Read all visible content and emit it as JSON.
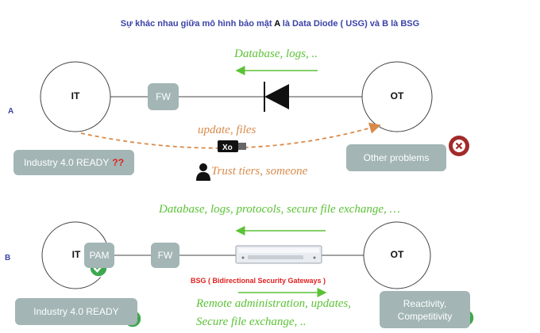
{
  "title": {
    "part1": "Sự khác nhau giữa mô hình bảo mật ",
    "key_a": "A",
    "part2": " là  Data Diode ( USG) và ",
    "key_b": "B",
    "part3": " là BSG"
  },
  "section_a": {
    "label": "A",
    "left_node": "IT",
    "right_node": "OT",
    "fw": "FW",
    "top_flow": "Database, logs, ..",
    "bottom_flow": "update, files",
    "trust_text": "Trust tiers, someone",
    "left_box": "Industry 4.0 READY",
    "left_box_marks": "??",
    "right_box": "Other problems",
    "usb_text": "Xo"
  },
  "section_b": {
    "label": "B",
    "left_node": "IT",
    "pam": "PAM",
    "right_node": "OT",
    "fw": "FW",
    "top_flow": "Database, logs, protocols, secure file exchange, …",
    "bsg_label": "BSG ( Bidirectional  Security Gateways )",
    "bottom_flow_line1": "Remote administration, updates,",
    "bottom_flow_line2": "Secure file exchange, ..",
    "left_box": "Industry 4.0 READY",
    "right_box_line1": "Reactivity,",
    "right_box_line2": "Competitivity"
  },
  "colors": {
    "title": "#3a43a8",
    "green": "#5bc236",
    "orange": "#d88a4a",
    "box": "#a3b5b5",
    "red": "#e02020",
    "badge_red": "#a32a2a",
    "check_green": "#3ea84e"
  }
}
